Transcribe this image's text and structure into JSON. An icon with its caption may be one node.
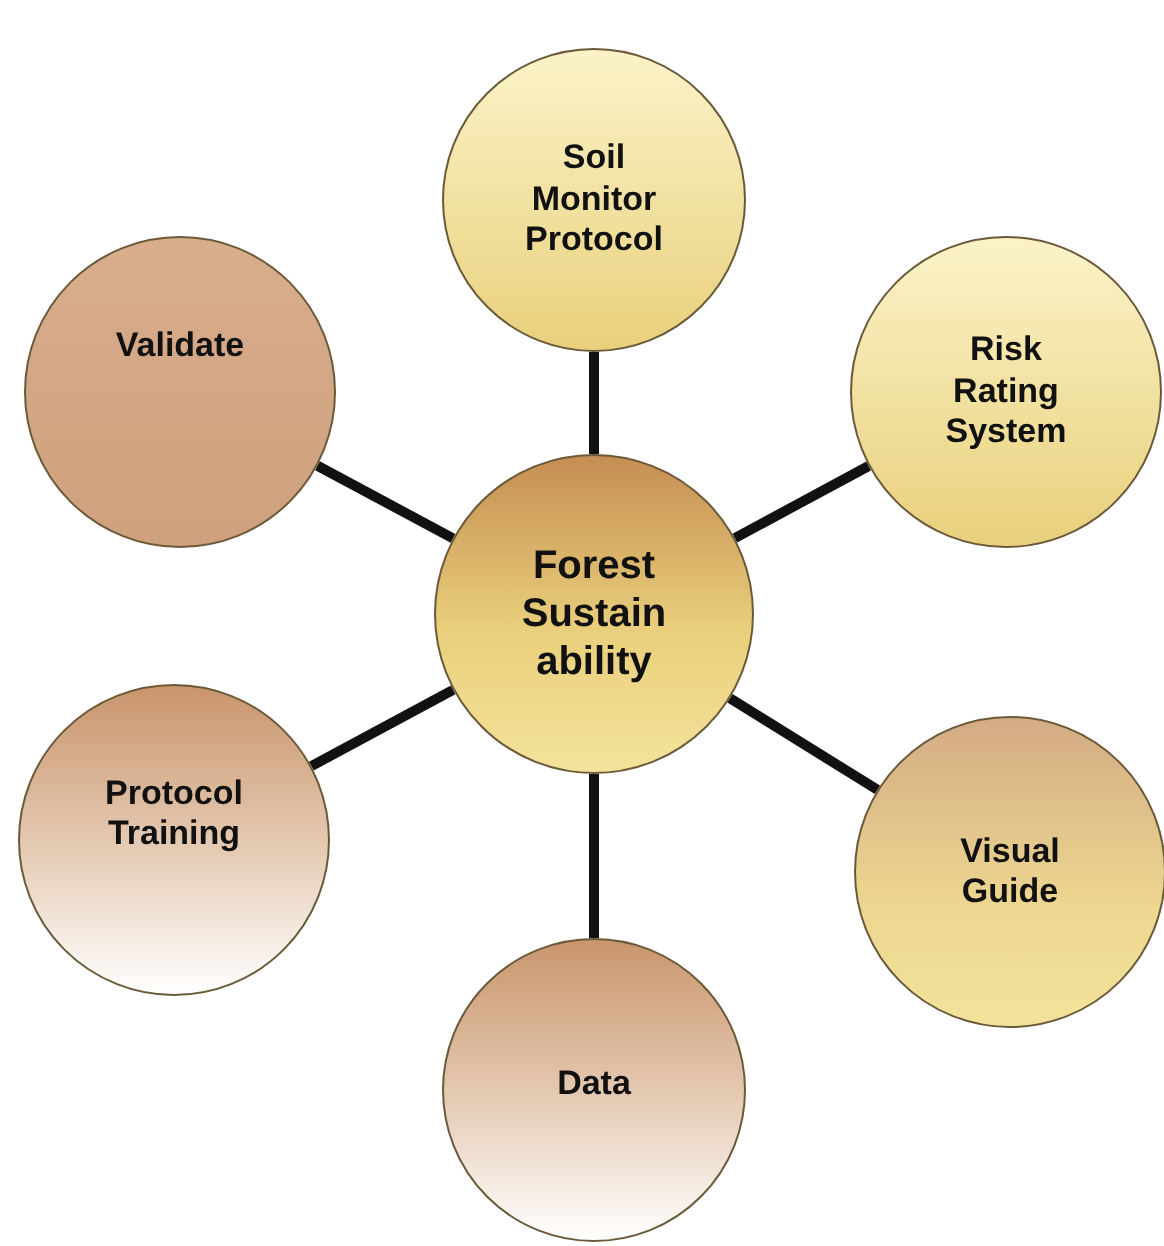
{
  "diagram": {
    "nodes": [
      {
        "text": [
          "Soil Monitor Protocol"
        ]
      },
      {
        "text": [
          "Validate"
        ]
      },
      {
        "text": [
          "Risk Rating System"
        ]
      },
      {
        "text": [
          "Forest Sustain ability"
        ]
      },
      {
        "text": [
          "Protocol Training"
        ]
      },
      {
        "text": [
          "Visual Guide"
        ]
      },
      {
        "text": [
          "Data"
        ]
      }
    ],
    "edges": [
      {
        "from": 3,
        "to": 0,
        "arrow": "none"
      },
      {
        "from": 3,
        "to": 2,
        "arrow": "none"
      },
      {
        "from": 3,
        "to": 5,
        "arrow": "none"
      },
      {
        "from": 3,
        "to": 6,
        "arrow": "none"
      },
      {
        "from": 3,
        "to": 4,
        "arrow": "none"
      },
      {
        "from": 3,
        "to": 1,
        "arrow": "none"
      }
    ]
  }
}
